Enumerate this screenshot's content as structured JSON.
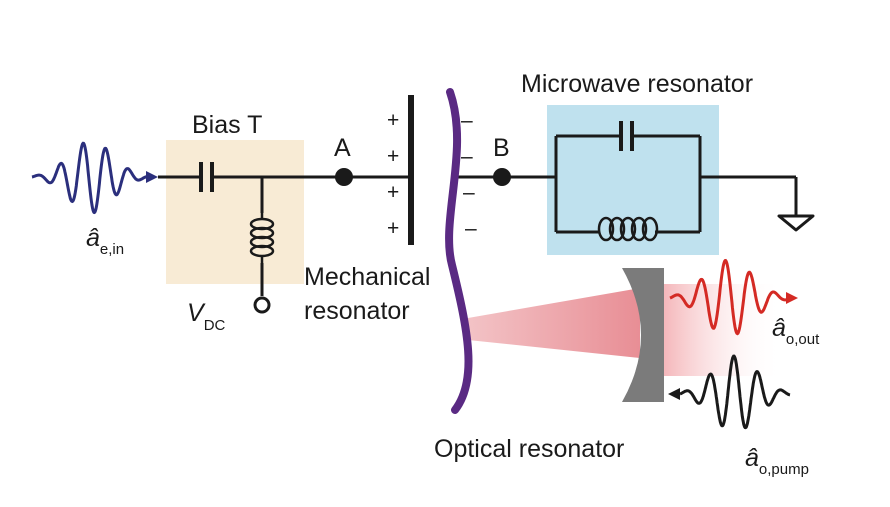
{
  "labels": {
    "bias_t": "Bias T",
    "node_a": "A",
    "node_b": "B",
    "microwave_resonator": "Microwave resonator",
    "mechanical_resonator_line1": "Mechanical",
    "mechanical_resonator_line2": "resonator",
    "optical_resonator": "Optical resonator"
  },
  "symbols": {
    "a_e_in": {
      "base": "â",
      "sub": "e,in"
    },
    "v_dc": {
      "base": "V",
      "sub": "DC"
    },
    "a_o_out": {
      "base": "â",
      "sub": "o,out"
    },
    "a_o_pump": {
      "base": "â",
      "sub": "o,pump"
    }
  },
  "plate_charges": {
    "positive": [
      "+",
      "+",
      "+",
      "+"
    ],
    "negative": [
      "–",
      "–",
      "–",
      "–"
    ]
  },
  "colors": {
    "input_wave": "#2b2f7d",
    "output_wave": "#d42a24",
    "pump_wave": "#1a1a1a",
    "bias_t_box": "#f8ebd5",
    "microwave_box": "#bfe1ee",
    "membrane": "#5a2a83",
    "mirror": "#7b7b7b",
    "beam": "#eea6ab",
    "wire": "#1a1a1a"
  }
}
